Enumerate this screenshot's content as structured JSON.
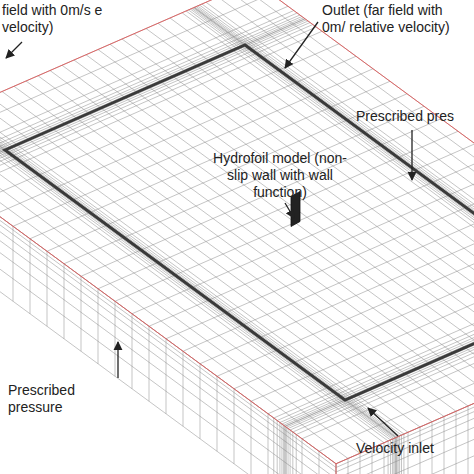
{
  "diagram": {
    "labels": [
      "field with 0m/s e velocity)",
      "Outlet (far field with 0m/ relative velocity)",
      "Prescribed pres",
      "Hydrofoil model (non-slip wall with wall function)",
      "Prescribed pressure",
      "Velocity inlet"
    ]
  }
}
